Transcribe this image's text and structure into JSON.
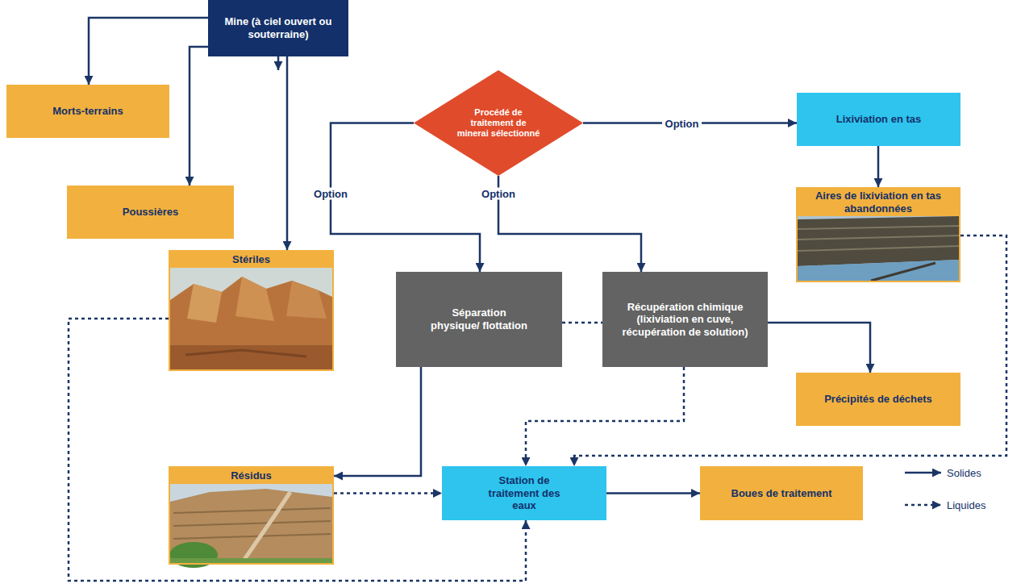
{
  "diagram": {
    "nodes": [
      {
        "text": [
          "Mine (à ciel ouvert ou souterraine)"
        ]
      },
      {
        "text": [
          "Morts-terrains"
        ]
      },
      {
        "text": [
          "Poussières"
        ]
      },
      {
        "text": [
          "Procédé de traitement de minerai sélectionné"
        ]
      },
      {
        "text": [
          "Lixiviation en tas"
        ]
      },
      {
        "text": [
          "Aires de lixiviation en tas abandonnées"
        ]
      },
      {
        "text": [
          "Stériles"
        ]
      },
      {
        "text": [
          "Séparation physique/ flottation"
        ]
      },
      {
        "text": [
          "Récupération chimique (lixiviation en cuve, récupération de solution)"
        ]
      },
      {
        "text": [
          "Précipités de déchets"
        ]
      },
      {
        "text": [
          "Résidus"
        ]
      },
      {
        "text": [
          "Station de traitement des eaux"
        ]
      },
      {
        "text": [
          "Boues de traitement"
        ]
      }
    ],
    "edges": [
      {
        "from": 0,
        "to": 1,
        "arrow": "to"
      },
      {
        "from": 0,
        "to": 2,
        "arrow": "to"
      },
      {
        "from": 0,
        "to": 6,
        "arrow": "to"
      },
      {
        "from": 0,
        "to": 3,
        "arrow": "to"
      },
      {
        "from": 3,
        "to": 4,
        "label": "Option",
        "arrow": "to"
      },
      {
        "from": 3,
        "to": 7,
        "label": "Option",
        "arrow": "to"
      },
      {
        "from": 3,
        "to": 8,
        "label": "Option",
        "arrow": "to"
      },
      {
        "from": 4,
        "to": 5,
        "arrow": "to"
      },
      {
        "from": 5,
        "to": 11,
        "arrow": "to"
      },
      {
        "from": 6,
        "to": 11,
        "arrow": "to"
      },
      {
        "from": 7,
        "to": 8,
        "arrow": "none"
      },
      {
        "from": 8,
        "to": 9,
        "arrow": "to"
      },
      {
        "from": 8,
        "to": 11,
        "arrow": "to"
      },
      {
        "from": 7,
        "to": 10,
        "arrow": "to"
      },
      {
        "from": 10,
        "to": 11,
        "arrow": "to"
      },
      {
        "from": 11,
        "to": 12,
        "arrow": "to"
      }
    ],
    "legend": [
      {
        "text": "Solides"
      },
      {
        "text": "Liquides"
      }
    ]
  }
}
